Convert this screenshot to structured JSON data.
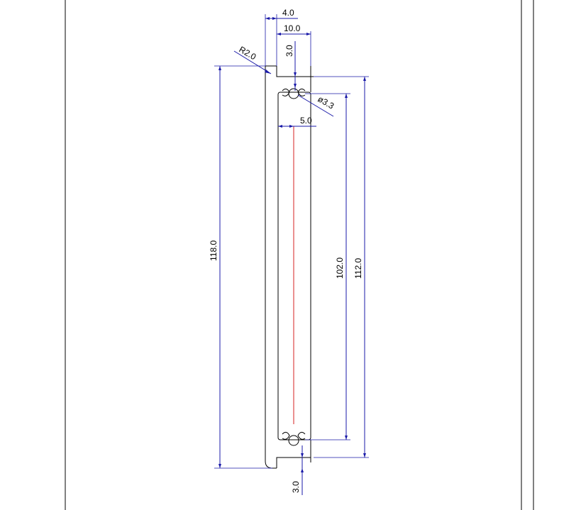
{
  "drawing": {
    "dimensions": {
      "top_width_4": "4.0",
      "top_width_10": "10.0",
      "hole_offset_top": "3.0",
      "corner_radius": "R2.0",
      "hole_diameter": "ø3.3",
      "hole_inset": "5.0",
      "overall_height": "118.0",
      "hole_spacing": "102.0",
      "mid_height": "112.0",
      "hole_offset_bottom": "3.0"
    },
    "colors": {
      "outline": "#000000",
      "dimension": "#1a1aa8",
      "centerline": "#d62020"
    }
  }
}
